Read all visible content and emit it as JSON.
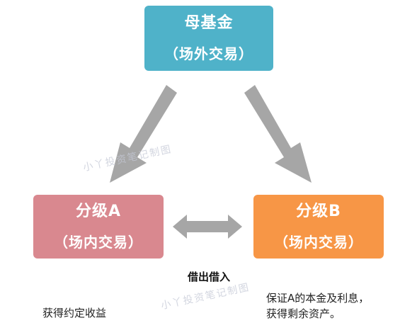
{
  "mother_fund": {
    "title": "母基金",
    "subtitle": "（场外交易）",
    "color": "#4fb2c9"
  },
  "class_a": {
    "title": "分级A",
    "subtitle": "（场内交易）",
    "color": "#d9888f"
  },
  "class_b": {
    "title": "分级B",
    "subtitle": "（场内交易）",
    "color": "#f79646"
  },
  "borrow_label": "借出借入",
  "class_a_note": "获得约定收益",
  "class_b_note": {
    "line1": "保证A的本金及利息，",
    "line2": "获得剩余资产。"
  },
  "watermark": "小丫投资笔记制图",
  "arrow_color": "#a6a6a6"
}
